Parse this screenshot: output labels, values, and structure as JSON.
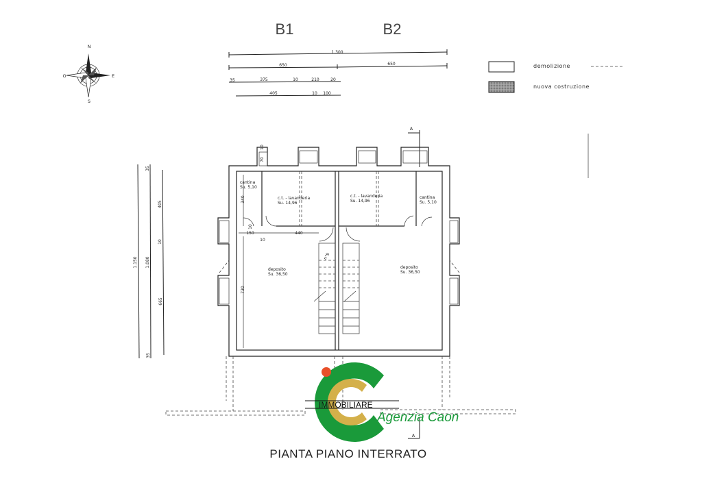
{
  "header": {
    "unit_left": "B1",
    "unit_right": "B2"
  },
  "compass": {
    "north": "N",
    "south": "S",
    "west": "O",
    "east": "E"
  },
  "dimensions_top": {
    "total": "1.300",
    "half_left": "650",
    "half_right": "650",
    "row3": [
      "35",
      "375",
      "10",
      "210",
      "20"
    ],
    "row4": [
      "405",
      "10",
      "100"
    ]
  },
  "dimensions_left": {
    "outer": "1.150",
    "middle": "1.080",
    "middle_top": "35",
    "middle_bottom": "35",
    "inner": [
      "405",
      "10",
      "665"
    ]
  },
  "legend": [
    {
      "label": "demolizione",
      "swatch": "#ffffff"
    },
    {
      "label": "nuova costruzione",
      "swatch": "#8a8a8a"
    }
  ],
  "section_marker": "A",
  "rooms": {
    "b1_cantina": {
      "name": "cantina",
      "area": "Su. 5,10"
    },
    "b1_lavanderia": {
      "name": "c.t. - lavanderia",
      "area": "Su. 14,96"
    },
    "b1_deposito": {
      "name": "deposito",
      "area": "Su. 36,50"
    },
    "b2_cantina": {
      "name": "cantina",
      "area": "Su. 5,10"
    },
    "b2_lavanderia": {
      "name": "c.t. - lavanderia",
      "area": "Su. 14,96"
    },
    "b2_deposito": {
      "name": "deposito",
      "area": "Su. 36,50"
    }
  },
  "plan_dims": {
    "d340": "340",
    "d10a": "10",
    "d150": "150",
    "d440": "440",
    "d10b": "10",
    "d730": "730",
    "d70": "70",
    "d10c": "10",
    "stair": "n°9"
  },
  "logo": {
    "line1": "IMMOBILIARE",
    "line2": "Agenzia Caon",
    "green": "#1a9a3a",
    "gold": "#d4b04a",
    "red": "#e8502a"
  },
  "title": "PIANTA PIANO INTERRATO"
}
